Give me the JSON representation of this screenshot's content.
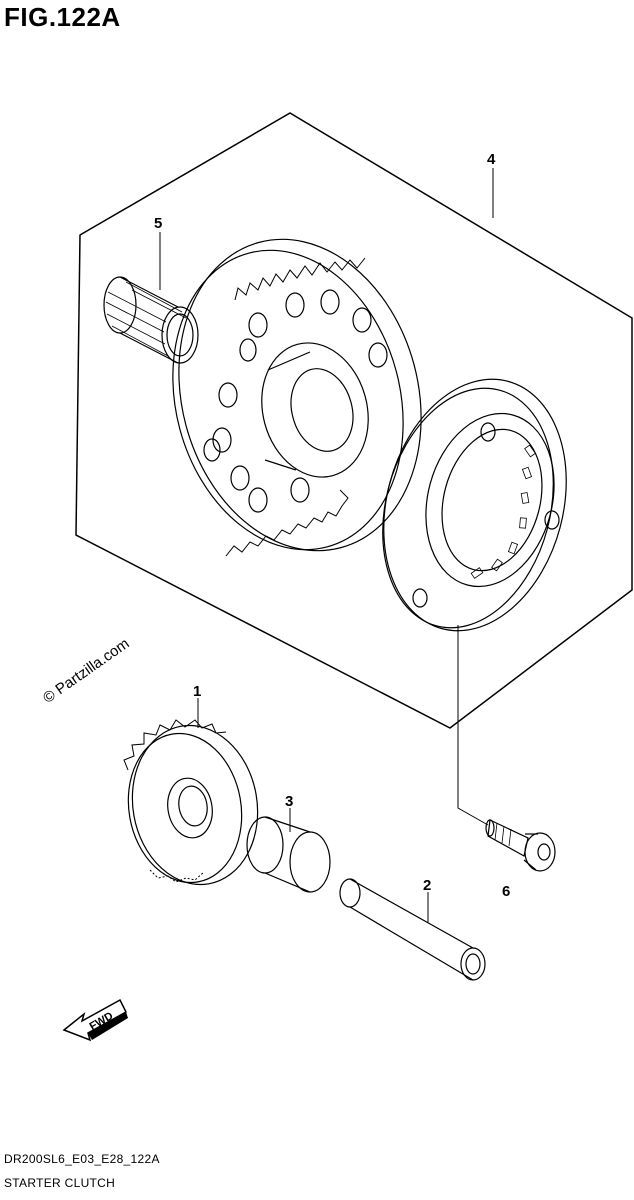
{
  "figure": {
    "title": "FIG.122A"
  },
  "callouts": [
    {
      "number": "1"
    },
    {
      "number": "2"
    },
    {
      "number": "3"
    },
    {
      "number": "4"
    },
    {
      "number": "5"
    },
    {
      "number": "6"
    }
  ],
  "watermark": "© Partzilla.com",
  "fwd_arrow": {
    "label": "FWD"
  },
  "footer": {
    "model_code": "DR200SL6_E03_E28_122A",
    "diagram_name": "STARTER CLUTCH"
  }
}
